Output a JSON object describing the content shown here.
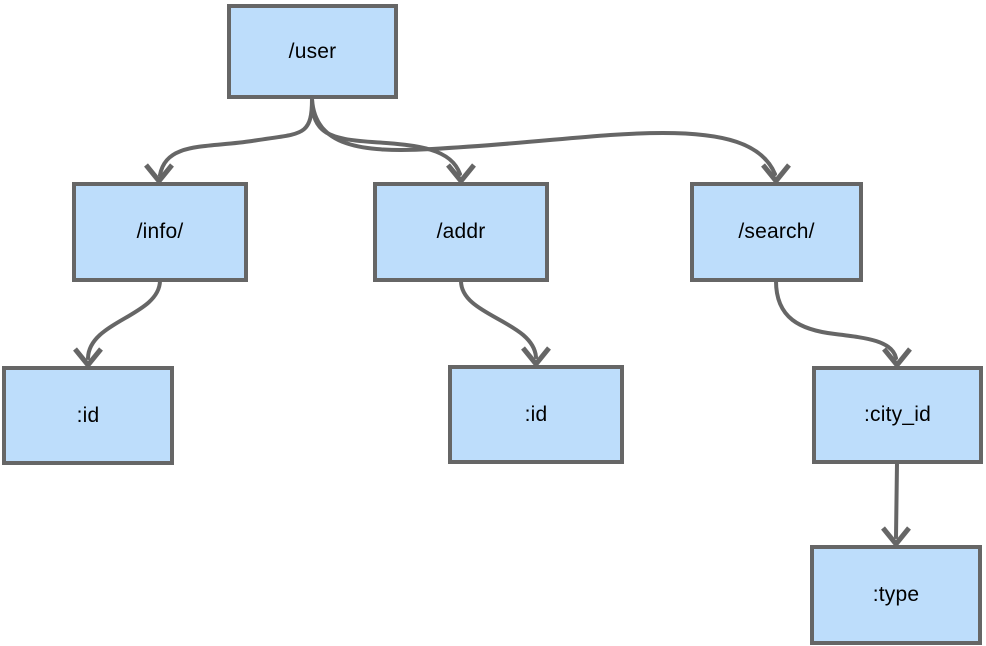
{
  "diagram": {
    "title": "route-tree-diagram",
    "colors": {
      "node_fill": "#bdddfb",
      "node_border": "#666666",
      "edge": "#666666",
      "text": "#000000",
      "background": "#ffffff"
    },
    "nodes": [
      {
        "id": "user",
        "label": "/user",
        "level": 0
      },
      {
        "id": "info",
        "label": "/info/",
        "level": 1
      },
      {
        "id": "addr",
        "label": "/addr",
        "level": 1
      },
      {
        "id": "search",
        "label": "/search/",
        "level": 1
      },
      {
        "id": "id-under-info",
        "label": ":id",
        "level": 2
      },
      {
        "id": "id-under-addr",
        "label": ":id",
        "level": 2
      },
      {
        "id": "city-id",
        "label": ":city_id",
        "level": 2
      },
      {
        "id": "type",
        "label": ":type",
        "level": 3
      }
    ],
    "edges": [
      {
        "from": "/user",
        "to": "/info/"
      },
      {
        "from": "/user",
        "to": "/addr"
      },
      {
        "from": "/user",
        "to": "/search/"
      },
      {
        "from": "/info/",
        "to": ":id"
      },
      {
        "from": "/addr",
        "to": ":id"
      },
      {
        "from": "/search/",
        "to": ":city_id"
      },
      {
        "from": ":city_id",
        "to": ":type"
      }
    ]
  }
}
